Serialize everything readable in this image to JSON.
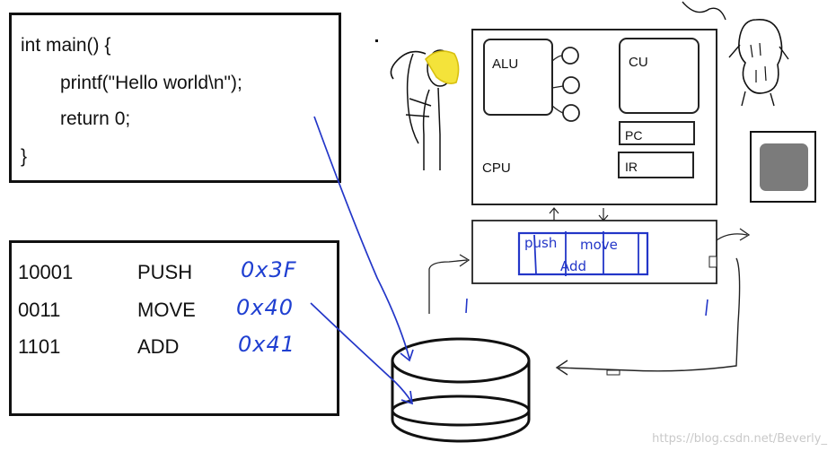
{
  "code": {
    "lines": [
      "int main() {",
      "printf(\"Hello world\\n\");",
      "return 0;",
      "}"
    ]
  },
  "assembly": {
    "rows": [
      {
        "addr": "10001",
        "op": "PUSH",
        "hex": "0x3F"
      },
      {
        "addr": "0011",
        "op": "MOVE",
        "hex": "0x40"
      },
      {
        "addr": "1101",
        "op": "ADD",
        "hex": "0x41"
      }
    ]
  },
  "cpu": {
    "label": "CPU",
    "alu": "ALU",
    "cu": "CU",
    "pc": "PC",
    "ir": "IR"
  },
  "memory": {
    "cells": [
      "push",
      "move",
      "Add"
    ]
  },
  "watermark": "https://blog.csdn.net/Beverly_",
  "colors": {
    "ink": "#111111",
    "pen": "#1f3fd1",
    "hat": "#f2e03a",
    "screen": "#7a7a7a"
  }
}
